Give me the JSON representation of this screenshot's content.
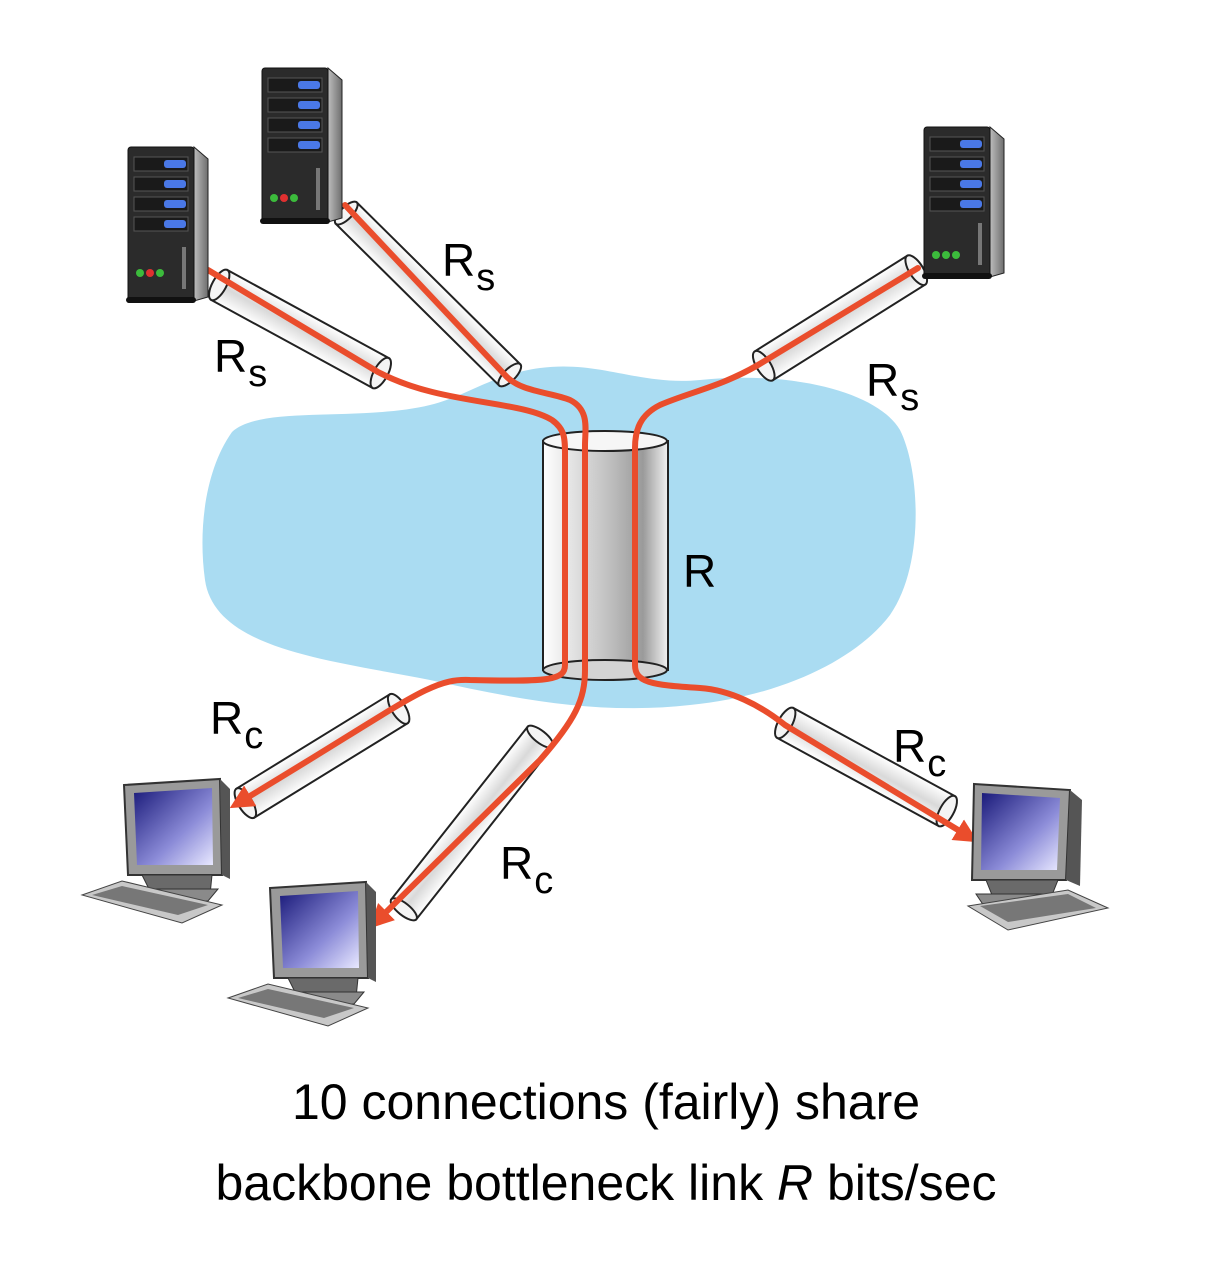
{
  "labels": {
    "rs_main": "R",
    "rs_sub": "s",
    "rc_main": "R",
    "rc_sub": "c",
    "backbone": "R"
  },
  "caption": {
    "line1": "10 connections (fairly) share",
    "line2_before": "backbone bottleneck link ",
    "line2_var": "R",
    "line2_after": " bits/sec"
  },
  "colors": {
    "cloud": "#aadcf2",
    "flow": "#ea4d2c",
    "pipe_outline": "#222222",
    "server_body": "#2b2b2b",
    "server_led_blue": "#4a78e6"
  }
}
